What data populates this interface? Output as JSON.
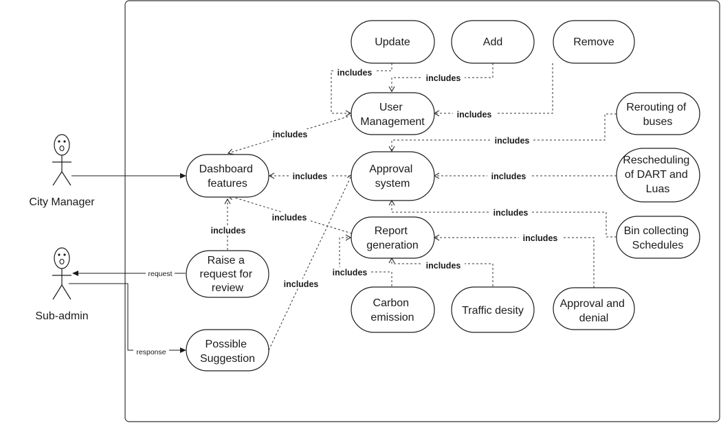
{
  "actors": {
    "city_manager": "City Manager",
    "sub_admin": "Sub-admin"
  },
  "use_cases": {
    "update": [
      "Update"
    ],
    "add": [
      "Add"
    ],
    "remove": [
      "Remove"
    ],
    "user_management": [
      "User",
      "Management"
    ],
    "rerouting": [
      "Rerouting of",
      "buses"
    ],
    "dashboard": [
      "Dashboard",
      "features"
    ],
    "approval_system": [
      "Approval",
      "system"
    ],
    "rescheduling": [
      "Rescheduling",
      "of DART and",
      "Luas"
    ],
    "report_generation": [
      "Report",
      "generation"
    ],
    "bin_collecting": [
      "Bin collecting",
      "Schedules"
    ],
    "raise_request": [
      "Raise a",
      "request for",
      "review"
    ],
    "carbon_emission": [
      "Carbon",
      "emission"
    ],
    "traffic_density": [
      "Traffic desity"
    ],
    "approval_denial": [
      "Approval and",
      "denial"
    ],
    "possible_suggestion": [
      "Possible",
      "Suggestion"
    ]
  },
  "relations": {
    "includes": "includes",
    "request": "request",
    "response": "response"
  }
}
